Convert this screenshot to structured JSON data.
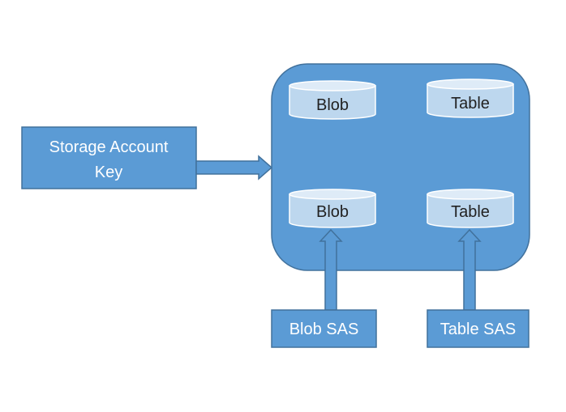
{
  "colors": {
    "fill": "#5b9bd5",
    "stroke": "#41719c",
    "cylinder_fill": "#bdd7ee",
    "cylinder_top": "#deebf7"
  },
  "nodes": {
    "storage_key": {
      "line1": "Storage Account",
      "line2": "Key"
    },
    "blob_top": {
      "label": "Blob"
    },
    "table_top": {
      "label": "Table"
    },
    "blob_bottom": {
      "label": "Blob"
    },
    "table_bottom": {
      "label": "Table"
    },
    "blob_sas": {
      "label": "Blob SAS"
    },
    "table_sas": {
      "label": "Table SAS"
    }
  }
}
